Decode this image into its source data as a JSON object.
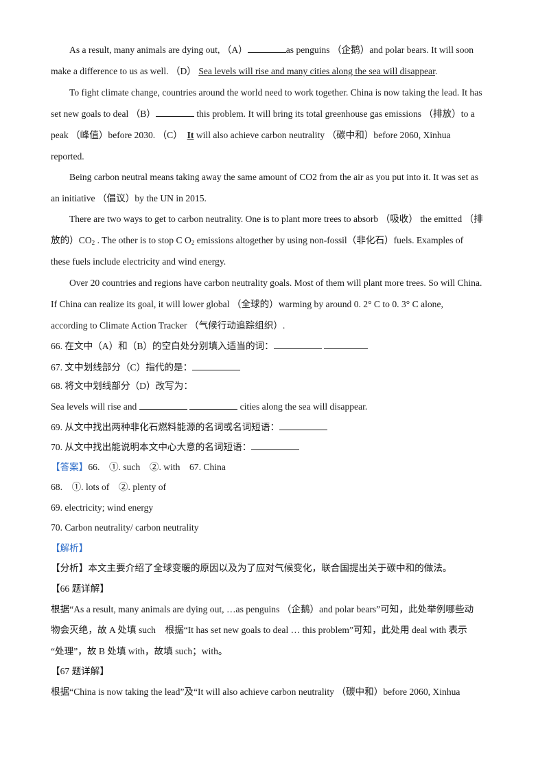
{
  "passage": {
    "p1": {
      "a": "As a result, many animals are dying out, （A）",
      "b": "as penguins （企鹅）and polar bears. It will soon",
      "c": "make a difference to us as well. （D）",
      "d": "Sea levels will rise and many cities along the sea will disappear",
      "e": "."
    },
    "p2": {
      "a": "To fight climate change, countries around the world need to work together. China is now taking the lead. It has",
      "b": "set new goals to deal （B）",
      "c": "this problem. It will bring its total greenhouse gas emissions （排放）to a",
      "d": "peak （峰值）before 2030. （C）",
      "e": "It",
      "f": "will also achieve carbon neutrality （碳中和）before 2060, Xinhua",
      "g": "reported."
    },
    "p3": {
      "a": "Being carbon neutral means taking away the same amount of CO2 from the air as you put into it. It was set as",
      "b": "an initiative （倡议）by the UN in 2015."
    },
    "p4": {
      "a": "There are two ways to get to carbon neutrality. One is to plant more trees to absorb （吸收） the emitted （排",
      "b1": "放的）CO",
      "b1sub": "2",
      "b2": ". The other is to stop C O",
      "b2sub": "2",
      "b3": "emissions altogether by using non-fossil（非化石）fuels. Examples of",
      "c": "these fuels include electricity and wind energy."
    },
    "p5": {
      "a": "Over 20 countries and regions have carbon neutrality goals. Most of them will plant more trees. So will China.",
      "b": "If China can realize its goal, it will lower global （全球的）warming by around 0. 2° C to 0. 3° C alone,",
      "c": "according to Climate Action Tracker （气候行动追踪组织）."
    }
  },
  "questions": {
    "q66": "66. 在文中（A）和（B）的空白处分别填入适当的词：",
    "q67": "67. 文中划线部分（C）指代的是：",
    "q68a": "68. 将文中划线部分（D）改写为：",
    "q68b1": "Sea levels will rise and",
    "q68b2": "cities along the sea will disappear.",
    "q69": "69. 从文中找出两种非化石燃料能源的名词或名词短语：",
    "q70": "70. 从文中找出能说明本文中心大意的名词短语："
  },
  "answers": {
    "tag": "【答案】",
    "line1a": "66.　①. such　②. with　67. China",
    "line2": "68.　①. lots of　②. plenty of",
    "line3": "69. electricity; wind energy",
    "line4": "70. Carbon neutrality/ carbon neutrality"
  },
  "analysis": {
    "tag": "【解析】",
    "summary": "【分析】本文主要介绍了全球变暖的原因以及为了应对气候变化，联合国提出关于碳中和的做法。",
    "h66": "【66 题详解】",
    "d66a": "根据“As a result, many animals are dying out, …as penguins （企鹅）and polar bears”可知，此处举例哪些动",
    "d66b": "物会灭绝，故 A 处填 such　根据“It has set new goals to deal … this problem”可知，此处用 deal with 表示",
    "d66c": "“处理”，故 B 处填 with，故填 such；with。",
    "h67": "【67 题详解】",
    "d67a": "根据“China is now taking the lead”及“It will also achieve carbon neutrality （碳中和）before 2060, Xinhua"
  },
  "colors": {
    "accent": "#2f6ec9",
    "text": "#1a1a1a"
  }
}
